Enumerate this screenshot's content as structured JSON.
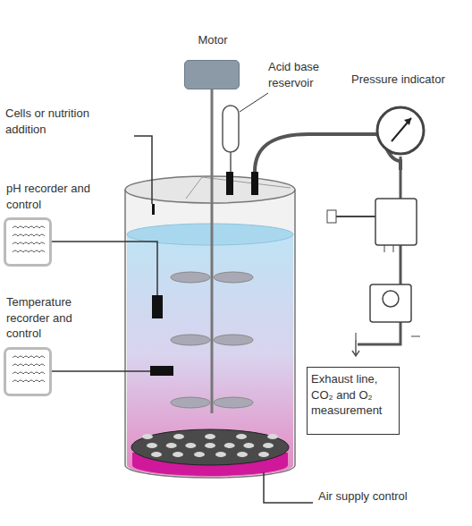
{
  "diagram": {
    "nodes": [
      {
        "text": [
          "Motor"
        ]
      },
      {
        "text": [
          "pH recorder and control"
        ]
      },
      {
        "text": [
          "Temperature recorder and control"
        ]
      },
      {
        "text": [
          "Exhaust line, CO₂ and O₂ measurement"
        ]
      }
    ],
    "labels": [
      "Acid base reservoir",
      "Pressure indicator",
      "Cells or nutrition addition",
      "Air supply control"
    ]
  }
}
